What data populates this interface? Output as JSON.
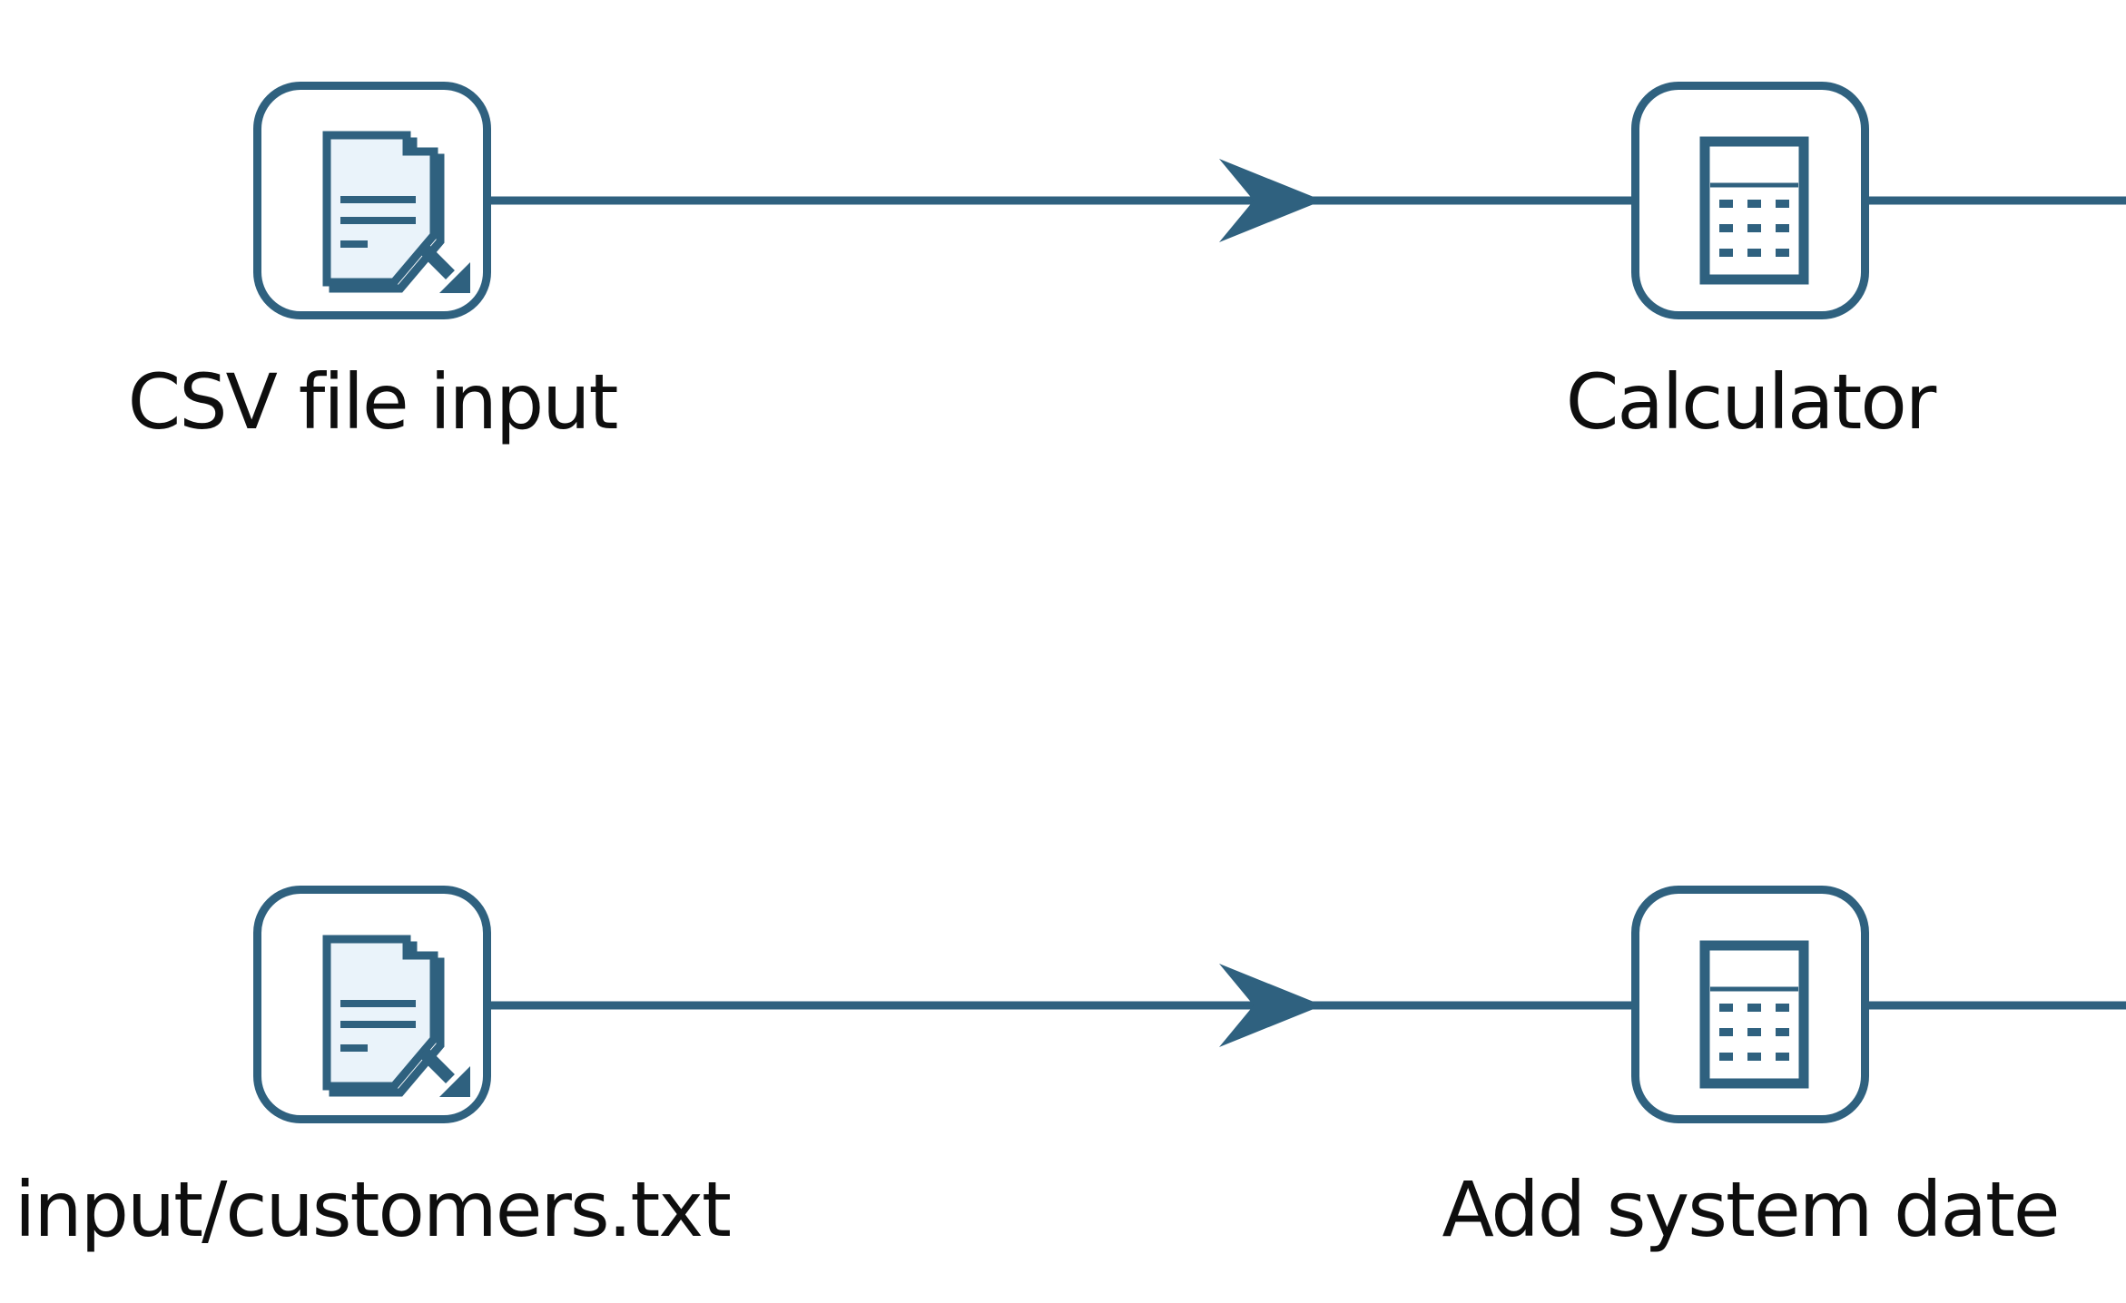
{
  "diagram": {
    "type": "dataflow-canvas",
    "background": "#ffffff"
  },
  "colors": {
    "accent_steel_blue": "#2f617f",
    "document_paper_fill": "#eaf3fa",
    "label_text": "#0e0e0e",
    "canvas_background": "#ffffff"
  },
  "nodes": [
    {
      "label": "CSV file input",
      "icon": "file-input-icon"
    },
    {
      "label": "Calculator",
      "icon": "calculator-icon"
    },
    {
      "label": "input/customers.txt",
      "icon": "file-input-icon"
    },
    {
      "label": "Add system date",
      "icon": "calculator-icon"
    }
  ],
  "hops": [
    {
      "from": "CSV file input",
      "to": "Calculator"
    },
    {
      "from": "Calculator",
      "to": "(continues off right edge)"
    },
    {
      "from": "input/customers.txt",
      "to": "Add system date"
    },
    {
      "from": "Add system date",
      "to": "(continues off right edge)"
    }
  ]
}
